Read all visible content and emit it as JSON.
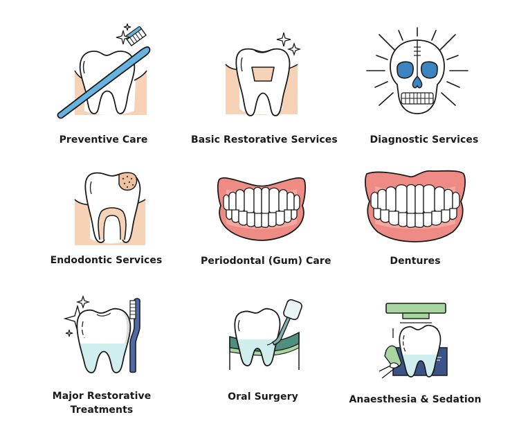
{
  "colors": {
    "outline": "#1a1a1a",
    "gum_peach": "#f6d2b6",
    "toothbrush_blue": "#66b3df",
    "skull_eye_blue": "#3b84c0",
    "gum_pink": "#ef8b85",
    "mint": "#cfeeed",
    "navy": "#3b5488",
    "green": "#a8d6a0",
    "teal_dark": "#4e8f80"
  },
  "services": [
    {
      "id": "preventive-care",
      "label": "Preventive Care",
      "icon": "toothbrush-tooth-icon"
    },
    {
      "id": "basic-restorative",
      "label": "Basic Restorative Services",
      "icon": "filled-tooth-icon"
    },
    {
      "id": "diagnostic",
      "label": "Diagnostic Services",
      "icon": "skull-xray-icon"
    },
    {
      "id": "endodontic",
      "label": "Endodontic Services",
      "icon": "decayed-tooth-root-icon"
    },
    {
      "id": "periodontal",
      "label": "Periodontal (Gum) Care",
      "icon": "gums-teeth-icon"
    },
    {
      "id": "dentures",
      "label": "Dentures",
      "icon": "dentures-icon"
    },
    {
      "id": "major-restorative",
      "label_line1": "Major Restorative",
      "label_line2": "Treatments",
      "icon": "sparkling-tooth-toothbrush-icon"
    },
    {
      "id": "oral-surgery",
      "label": "Oral Surgery",
      "icon": "tooth-surgery-tool-icon"
    },
    {
      "id": "anaesthesia",
      "label": "Anaesthesia & Sedation",
      "icon": "tooth-xray-scanner-icon"
    }
  ]
}
